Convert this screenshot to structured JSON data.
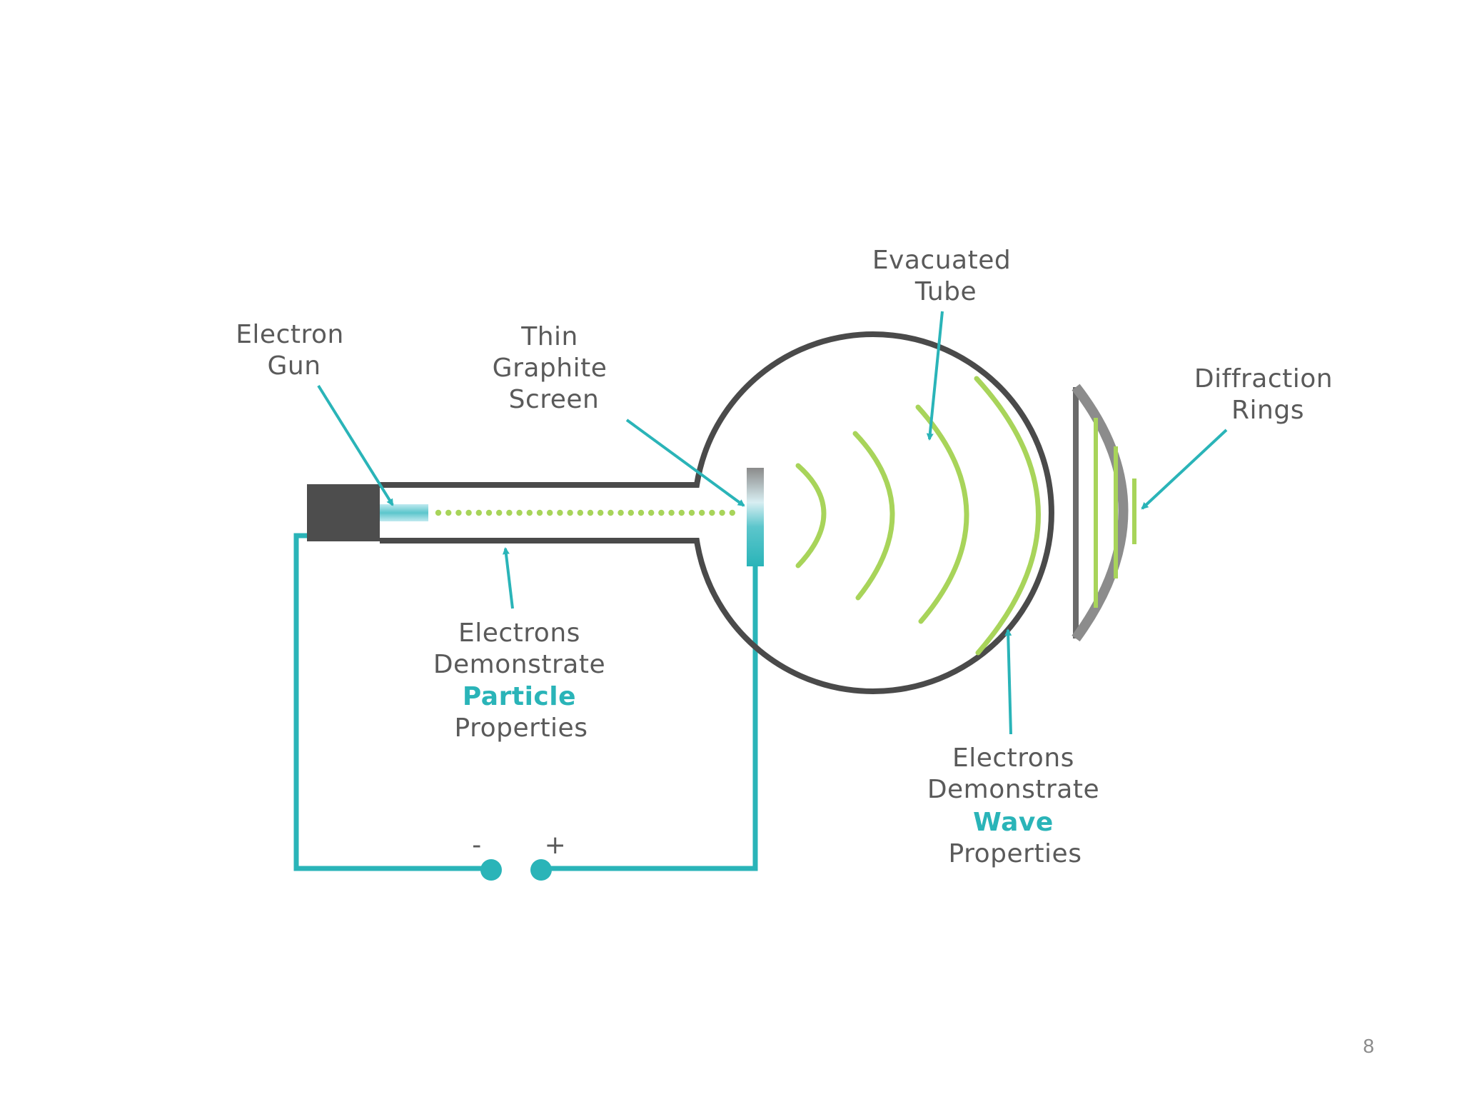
{
  "diagram": {
    "labels": {
      "evacuated_tube": [
        "Evacuated",
        "Tube"
      ],
      "electron_gun": [
        "Electron",
        "Gun"
      ],
      "thin_graphite_screen": [
        "Thin",
        "Graphite",
        "Screen"
      ],
      "diffraction_rings": [
        "Diffraction",
        "Rings"
      ],
      "particle_properties": [
        "Electrons",
        "Demonstrate",
        "Particle",
        "Properties"
      ],
      "wave_properties": [
        "Electrons",
        "Demonstrate",
        "Wave",
        "Properties"
      ],
      "minus_terminal": "-",
      "plus_terminal": "+"
    },
    "colors": {
      "accent": "#2ab4b8",
      "wave": "#a8d45a",
      "tube_outline": "#4a4a4a",
      "gun_body": "#4d4d4d",
      "label_text": "#5a5a5a"
    }
  },
  "slide": {
    "page_number": "8"
  }
}
